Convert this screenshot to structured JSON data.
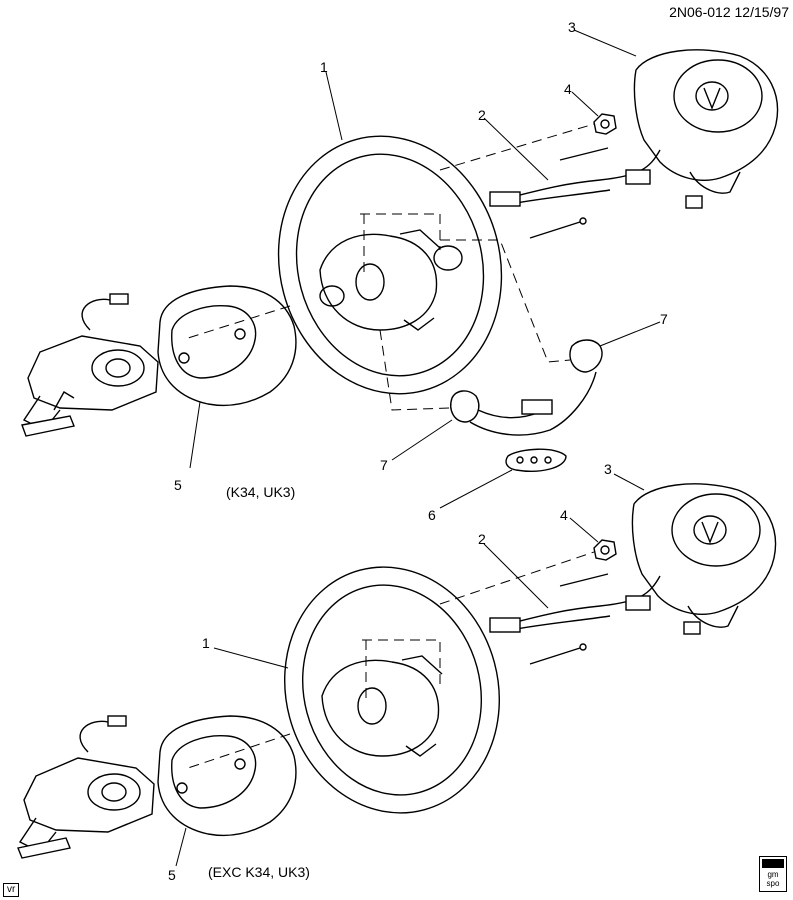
{
  "header": {
    "ref": "2N06-012  12/15/97"
  },
  "upper": {
    "variant": "(K34, UK3)",
    "callouts": {
      "c1": "1",
      "c2": "2",
      "c3": "3",
      "c4": "4",
      "c5": "5",
      "c6": "6",
      "c7a": "7",
      "c7b": "7"
    }
  },
  "lower": {
    "variant": "(EXC K34, UK3)",
    "callouts": {
      "c1": "1",
      "c2": "2",
      "c3": "3",
      "c4": "4",
      "c5": "5"
    }
  },
  "footer": {
    "vr": "vr",
    "logo_top": "gm",
    "logo_bottom": "spo"
  }
}
